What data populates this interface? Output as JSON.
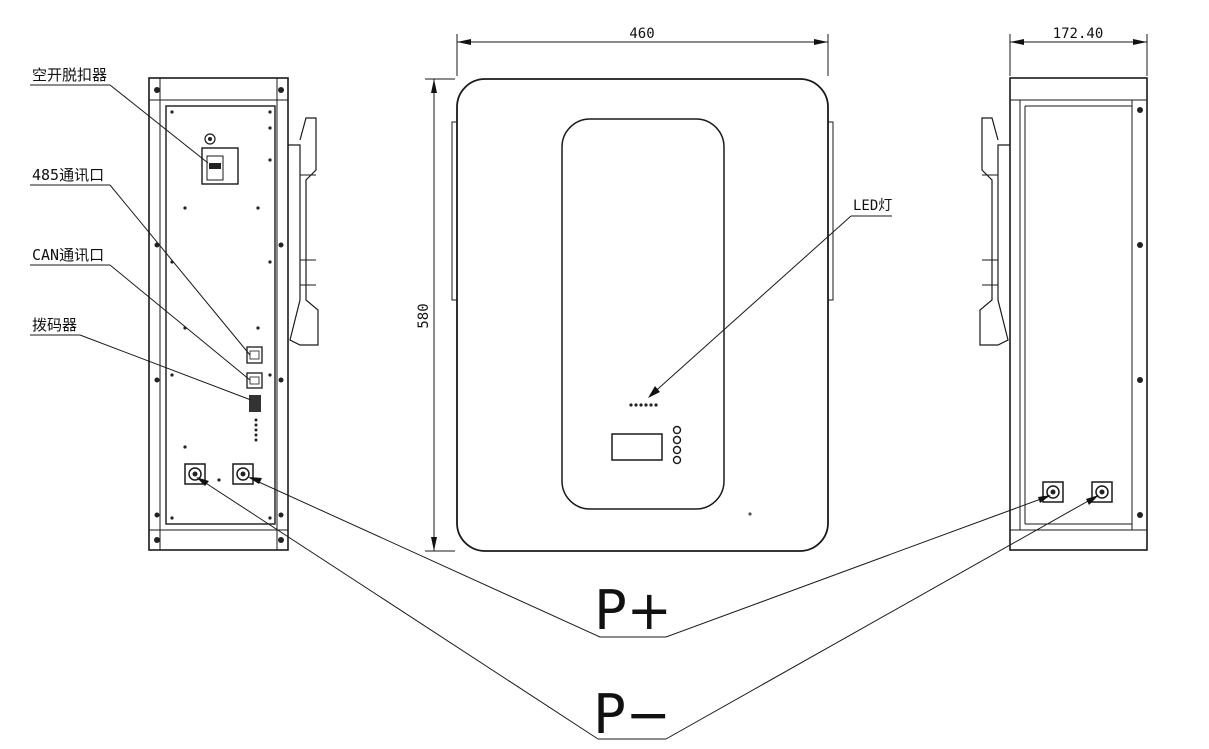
{
  "dimensions": {
    "width": "460",
    "height": "580",
    "depth": "172.40"
  },
  "callouts": {
    "breaker": "空开脱扣器",
    "rs485": "485通讯口",
    "can": "CAN通讯口",
    "dip": "拨码器",
    "led": "LED灯",
    "positive": "P+",
    "negative": "P−"
  }
}
